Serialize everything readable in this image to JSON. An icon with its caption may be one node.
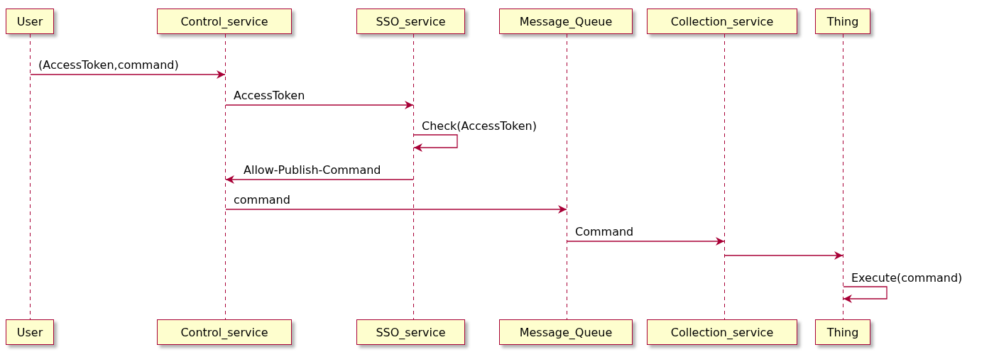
{
  "diagram": {
    "nodes": [
      {
        "text": [
          "User"
        ]
      },
      {
        "text": [
          "Control_service"
        ]
      },
      {
        "text": [
          "SSO_service"
        ]
      },
      {
        "text": [
          "Message_Queue"
        ]
      },
      {
        "text": [
          "Collection_service"
        ]
      },
      {
        "text": [
          "Thing"
        ]
      },
      {
        "text": [],
        "shape": "line"
      },
      {
        "text": [],
        "shape": "line"
      },
      {
        "text": [],
        "shape": "line"
      },
      {
        "text": [],
        "shape": "line"
      },
      {
        "text": [],
        "shape": "line"
      },
      {
        "text": [],
        "shape": "line"
      },
      {
        "text": [
          "User"
        ]
      },
      {
        "text": [
          "Control_service"
        ]
      },
      {
        "text": [
          "SSO_service"
        ]
      },
      {
        "text": [
          "Message_Queue"
        ]
      },
      {
        "text": [
          "Collection_service"
        ]
      },
      {
        "text": [
          "Thing"
        ]
      }
    ],
    "edges": [
      {
        "from": 6,
        "to": 7,
        "arrow": "to",
        "label": "(AccessToken,command)"
      },
      {
        "from": 7,
        "to": 8,
        "arrow": "to",
        "label": "AccessToken"
      },
      {
        "from": 8,
        "to": 8,
        "arrow": "to",
        "label": "Check(AccessToken)"
      },
      {
        "from": 8,
        "to": 7,
        "arrow": "to",
        "label": "Allow-Publish-Command"
      },
      {
        "from": 7,
        "to": 9,
        "arrow": "to",
        "label": "command"
      },
      {
        "from": 9,
        "to": 10,
        "arrow": "to",
        "label": "Command"
      },
      {
        "from": 10,
        "to": 11,
        "arrow": "to"
      },
      {
        "from": 11,
        "to": 11,
        "arrow": "to",
        "label": "Execute(command)"
      }
    ]
  }
}
